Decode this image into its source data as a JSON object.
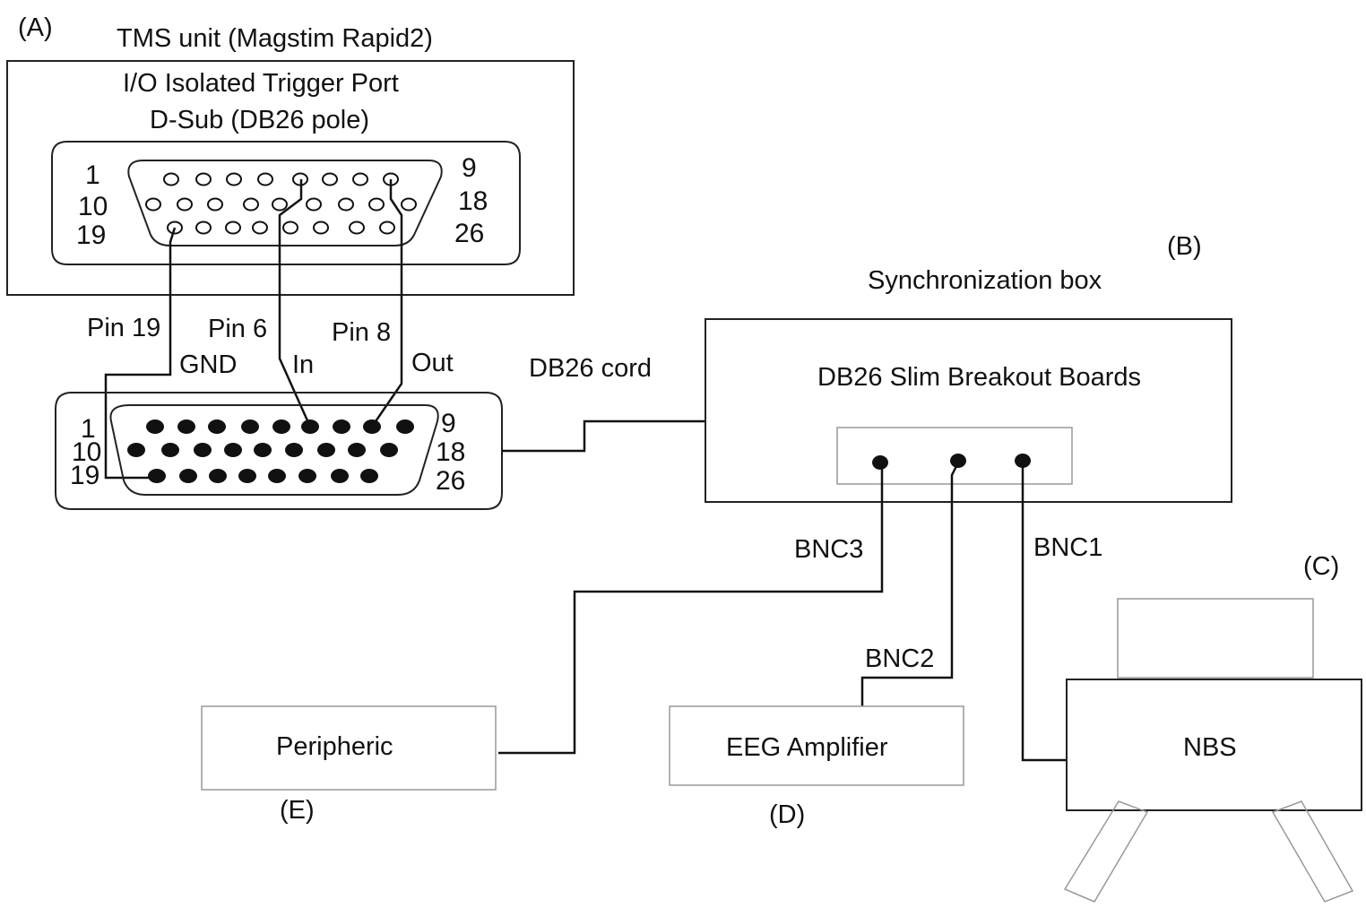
{
  "labels": {
    "panel_a": "(A)",
    "panel_b": "(B)",
    "panel_c": "(C)",
    "panel_d": "(D)",
    "panel_e": "(E)"
  },
  "tms": {
    "title": "TMS unit (Magstim Rapid2)",
    "port_line1": "I/O  Isolated Trigger Port",
    "port_line2": "D-Sub (DB26 pole)",
    "row_left": [
      "1",
      "10",
      "19"
    ],
    "row_right": [
      "9",
      "18",
      "26"
    ]
  },
  "wires": {
    "pin19": "Pin 19",
    "pin6": "Pin 6",
    "pin8": "Pin 8",
    "gnd": "GND",
    "in": "In",
    "out": "Out",
    "cord": "DB26 cord"
  },
  "connector": {
    "row_left": [
      "1",
      "10",
      "19"
    ],
    "row_right": [
      "9",
      "18",
      "26"
    ]
  },
  "sync": {
    "title": "Synchronization box",
    "board": "DB26 Slim Breakout Boards"
  },
  "bnc": {
    "bnc1": "BNC1",
    "bnc2": "BNC2",
    "bnc3": "BNC3"
  },
  "devices": {
    "peripheric": "Peripheric",
    "eeg": "EEG Amplifier",
    "nbs": "NBS"
  }
}
